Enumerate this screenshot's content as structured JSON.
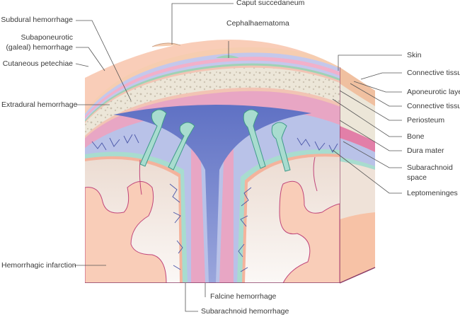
{
  "diagram": {
    "labels_left": {
      "subdural": "Subdural hemorrhage",
      "subaponeurotic_1": "Subaponeurotic",
      "subaponeurotic_2": "(galeal) hemorrhage",
      "cutaneous": "Cutaneous petechiae",
      "extradural": "Extradural hemorrhage",
      "hemorrhagic_infarction": "Hemorrhagic infarction"
    },
    "labels_top": {
      "caput": "Caput succedaneum",
      "cephalhaematoma": "Cephalhaematoma"
    },
    "labels_right": {
      "skin": "Skin",
      "connective_1": "Connective tissue",
      "aponeurotic": "Aponeurotic layer",
      "connective_2": "Connective tissue",
      "periosteum": "Periosteum",
      "bone": "Bone",
      "dura": "Dura mater",
      "subarachnoid_1": "Subarachnoid",
      "subarachnoid_2": "space",
      "leptomeninges": "Leptomeninges"
    },
    "labels_bottom": {
      "falcine": "Falcine hemorrhage",
      "subarachnoid_hem": "Subarachnoid hemorrhage"
    },
    "colors": {
      "skin": "#f6cdb0",
      "bone": "#ece6d8",
      "dura": "#e8a6c4",
      "subarachnoid": "#b9c2e8",
      "sinus": "#6f7fc8",
      "csf": "#a8dccf",
      "brain": "#f9cdb8",
      "white_matter": "#efe2d8",
      "outline": "#8a3b66"
    }
  }
}
